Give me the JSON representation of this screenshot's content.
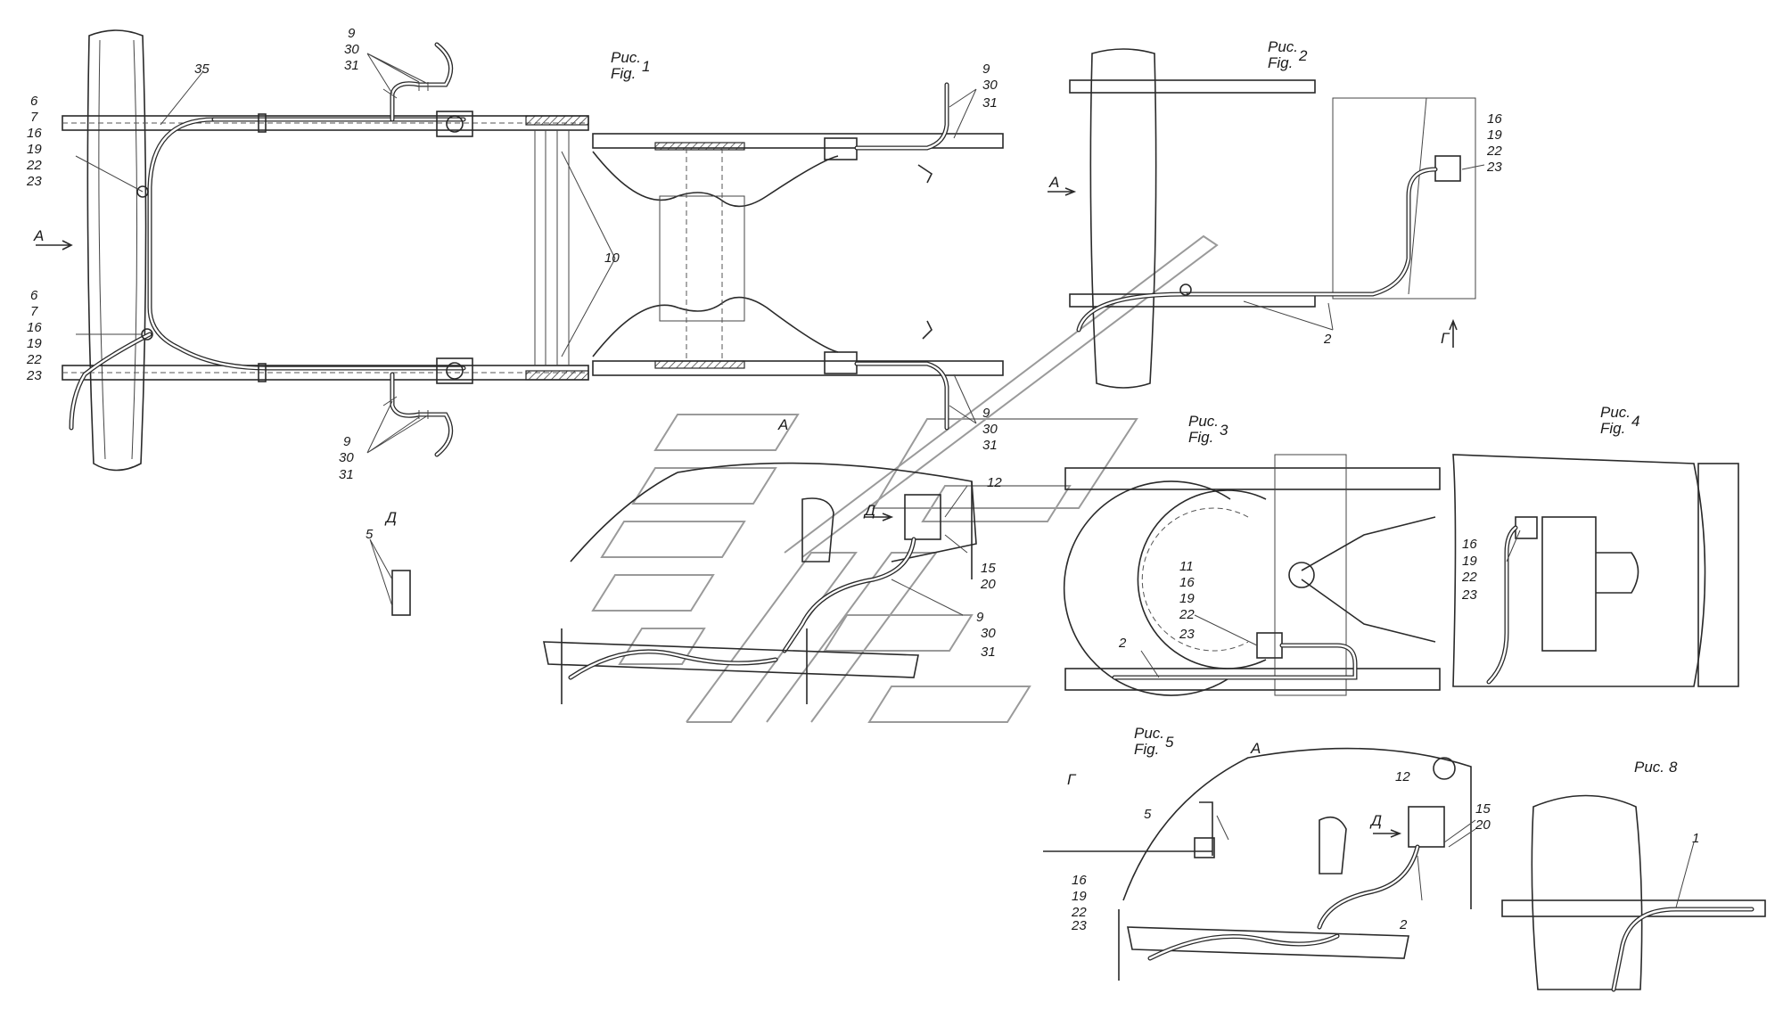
{
  "figures": {
    "f1": {
      "ru": "Рис.",
      "num": "1",
      "en": "Fig."
    },
    "f2": {
      "ru": "Рис.",
      "num": "2",
      "en": "Fig."
    },
    "f3": {
      "ru": "Рис.",
      "num": "3",
      "en": "Fig."
    },
    "f4": {
      "ru": "Рис.",
      "num": "4",
      "en": "Fig."
    },
    "f5": {
      "ru": "Рис.",
      "num": "5",
      "en": "Fig."
    },
    "f8": {
      "ru": "Рис.",
      "num": "8"
    }
  },
  "views": {
    "a": "А",
    "g": "Г",
    "d": "Д"
  },
  "callouts": {
    "c35": "35",
    "c10": "10",
    "c5": "5",
    "c2": "2",
    "c1": "1",
    "c12": "12",
    "c11": "11",
    "c15": "15",
    "c20": "20",
    "c6": "6",
    "c7": "7",
    "c16": "16",
    "c19": "19",
    "c22": "22",
    "c23": "23",
    "c9": "9",
    "c30": "30",
    "c31": "31"
  }
}
